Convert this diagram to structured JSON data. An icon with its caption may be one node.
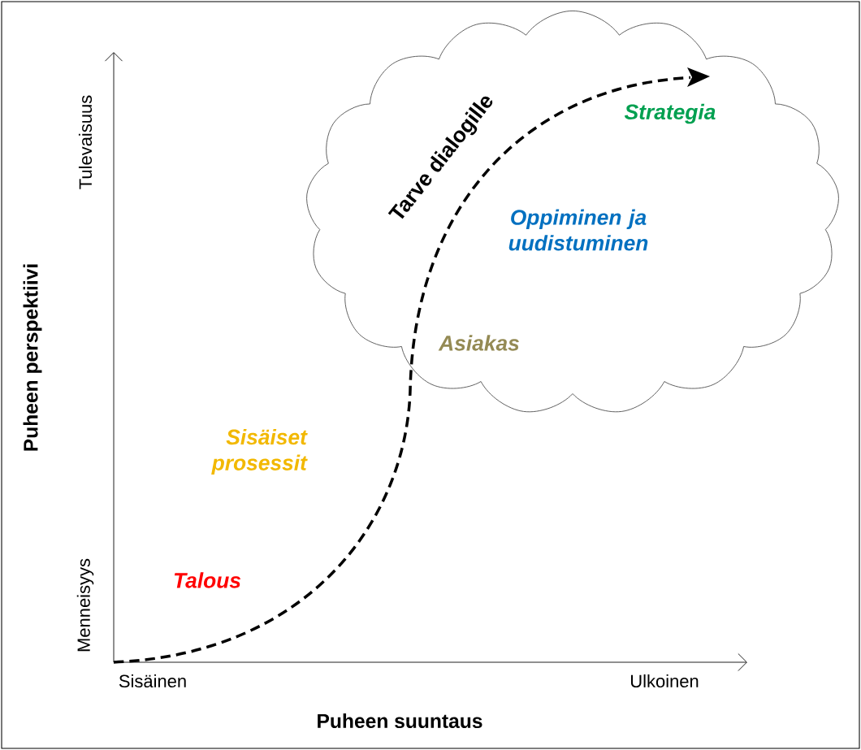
{
  "diagram": {
    "nodes": [
      {
        "text": [
          "Tarve dialogille",
          "Strategia",
          "Oppiminen ja uudistuminen",
          "Asiakas"
        ]
      }
    ],
    "labels": [
      "Tulevaisuus",
      "Menneisyys",
      "Puheen perspektiivi",
      "Talous",
      "Sisäiset prosessit",
      "Sisäinen",
      "Ulkoinen",
      "Puheen suuntaus"
    ]
  }
}
